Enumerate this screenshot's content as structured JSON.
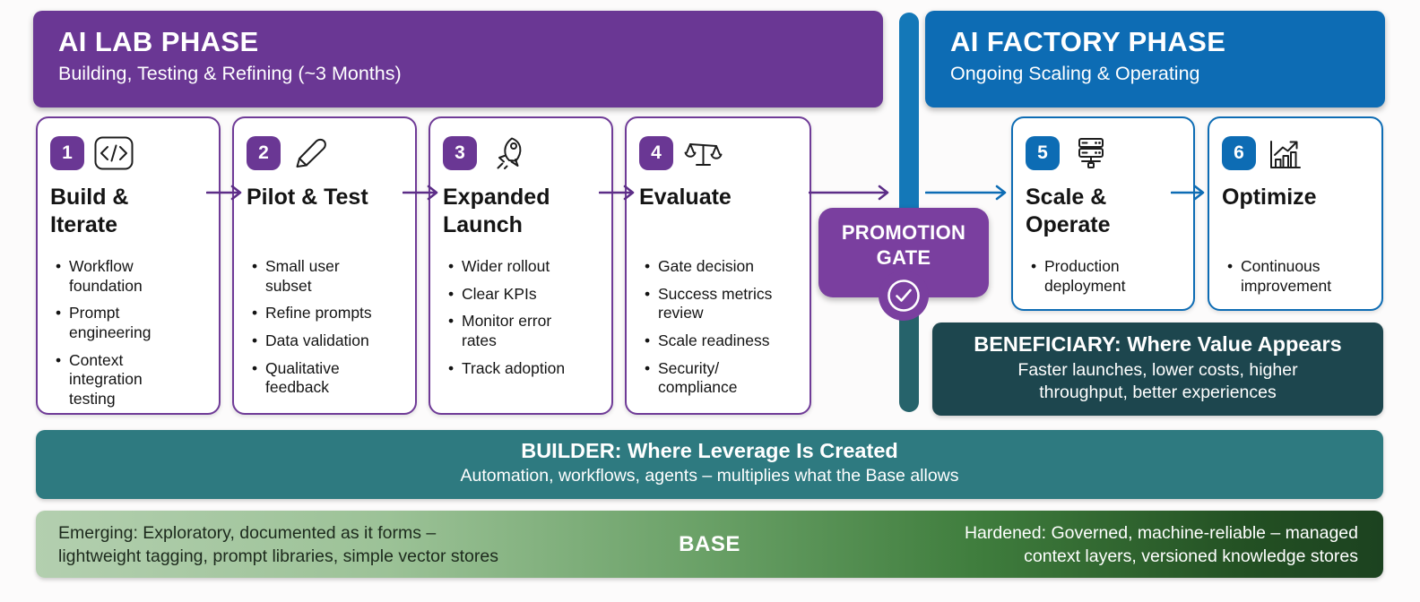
{
  "colors": {
    "lab_purple": "#6a3794",
    "factory_blue": "#0d6cb4",
    "gate_purple": "#7a3f9f",
    "builder_teal": "#2e7a80",
    "beneficiary_teal": "#1d464e",
    "arrow_purple": "#5c2d87",
    "divider_blue": "#1478b8",
    "divider_teal": "#26636b",
    "base_green_light": "#b3cfaf",
    "base_green_dark": "#1c4220"
  },
  "lab": {
    "title": "AI LAB PHASE",
    "subtitle": "Building, Testing & Refining (~3 Months)",
    "cards": [
      {
        "num": "1",
        "icon": "code-icon",
        "title": "Build &\nIterate",
        "bullets": [
          "Workflow\nfoundation",
          "Prompt\nengineering",
          "Context\nintegration\ntesting"
        ]
      },
      {
        "num": "2",
        "icon": "pencil-icon",
        "title": "Pilot & Test",
        "bullets": [
          "Small user\nsubset",
          "Refine prompts",
          "Data validation",
          "Qualitative\nfeedback"
        ]
      },
      {
        "num": "3",
        "icon": "rocket-icon",
        "title": "Expanded\nLaunch",
        "bullets": [
          "Wider rollout",
          "Clear KPIs",
          "Monitor error\nrates",
          "Track adoption"
        ]
      },
      {
        "num": "4",
        "icon": "scales-icon",
        "title": "Evaluate",
        "bullets": [
          "Gate decision",
          "Success metrics\nreview",
          "Scale readiness",
          "Security/\ncompliance"
        ]
      }
    ]
  },
  "factory": {
    "title": "AI FACTORY PHASE",
    "subtitle": "Ongoing Scaling & Operating",
    "cards": [
      {
        "num": "5",
        "icon": "server-icon",
        "title": "Scale &\nOperate",
        "bullets": [
          "Production\ndeployment"
        ]
      },
      {
        "num": "6",
        "icon": "chart-up-icon",
        "title": "Optimize",
        "bullets": [
          "Continuous\nimprovement"
        ]
      }
    ]
  },
  "gate": {
    "label": "PROMOTION\nGATE",
    "icon": "check-circle-icon"
  },
  "beneficiary": {
    "title": "BENEFICIARY: Where Value Appears",
    "subtitle": "Faster launches, lower costs, higher\nthroughput, better experiences"
  },
  "builder": {
    "title": "BUILDER: Where Leverage Is Created",
    "subtitle": "Automation, workflows, agents – multiplies what the Base allows"
  },
  "base": {
    "left": "Emerging: Exploratory, documented as it forms –\nlightweight tagging, prompt libraries, simple vector stores",
    "label": "BASE",
    "right": "Hardened: Governed, machine-reliable – managed\ncontext layers, versioned knowledge stores"
  }
}
